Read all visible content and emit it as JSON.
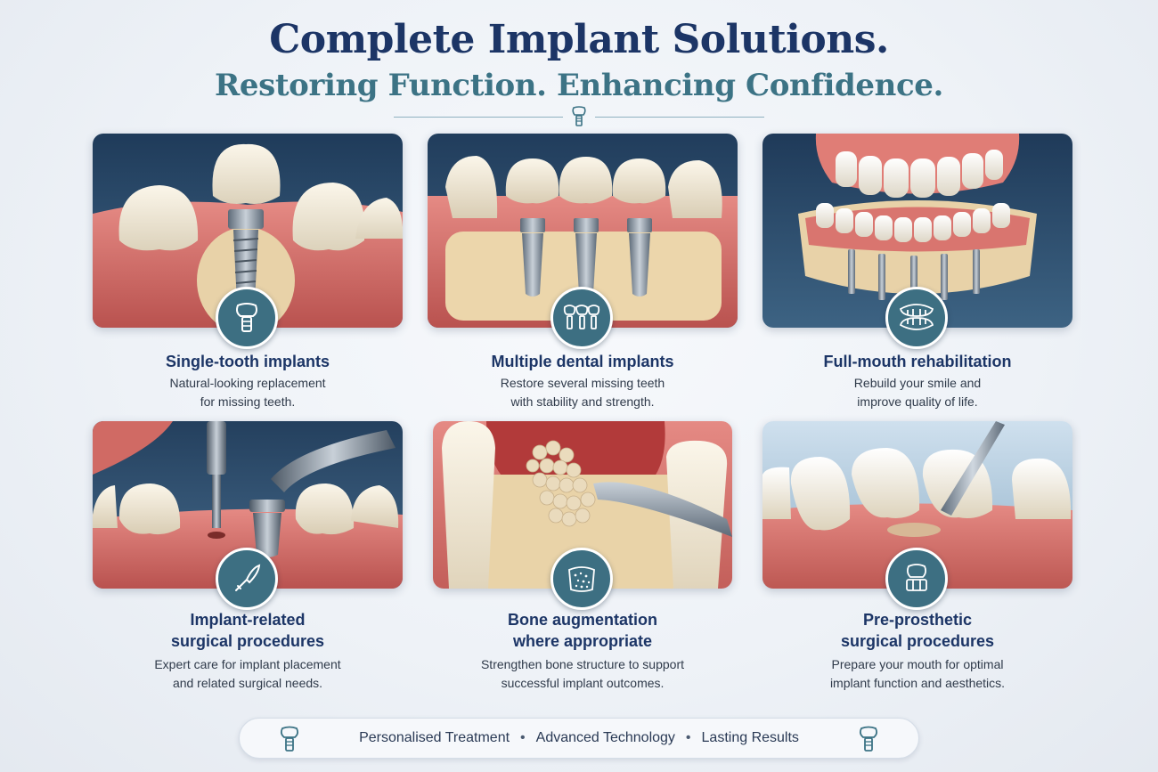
{
  "header": {
    "title": "Complete Implant Solutions.",
    "subtitle": "Restoring Function. Enhancing Confidence."
  },
  "colors": {
    "navy": "#1c3566",
    "teal": "#3c7385",
    "badge": "#3d6f82",
    "gum": "#d9736e",
    "bone": "#e8d2a8"
  },
  "cards": [
    {
      "title": "Single-tooth implants",
      "desc": [
        "Natural-looking replacement",
        "for missing teeth."
      ],
      "icon": "single-implant-icon"
    },
    {
      "title": "Multiple dental implants",
      "desc": [
        "Restore several missing teeth",
        "with stability and strength."
      ],
      "icon": "implant-bridge-icon"
    },
    {
      "title": "Full-mouth rehabilitation",
      "desc": [
        "Rebuild your smile and",
        "improve quality of life."
      ],
      "icon": "denture-arch-icon"
    },
    {
      "title": "Implant-related surgical procedures",
      "title_lines": [
        "Implant-related",
        "surgical procedures"
      ],
      "desc": [
        "Expert care for implant placement",
        "and related surgical needs."
      ],
      "icon": "scalpel-icon"
    },
    {
      "title": "Bone augmentation where appropriate",
      "title_lines": [
        "Bone augmentation",
        "where appropriate"
      ],
      "desc": [
        "Strengthen bone structure to support",
        "successful implant outcomes."
      ],
      "icon": "bone-graft-icon"
    },
    {
      "title": "Pre-prosthetic surgical procedures",
      "title_lines": [
        "Pre-prosthetic",
        "surgical procedures"
      ],
      "desc": [
        "Prepare your mouth for optimal",
        "implant function and aesthetics."
      ],
      "icon": "tooth-prep-icon"
    }
  ],
  "footer": {
    "items": [
      "Personalised Treatment",
      "Advanced Technology",
      "Lasting Results"
    ],
    "separator": "•",
    "icon": "implant-tooth-icon"
  }
}
